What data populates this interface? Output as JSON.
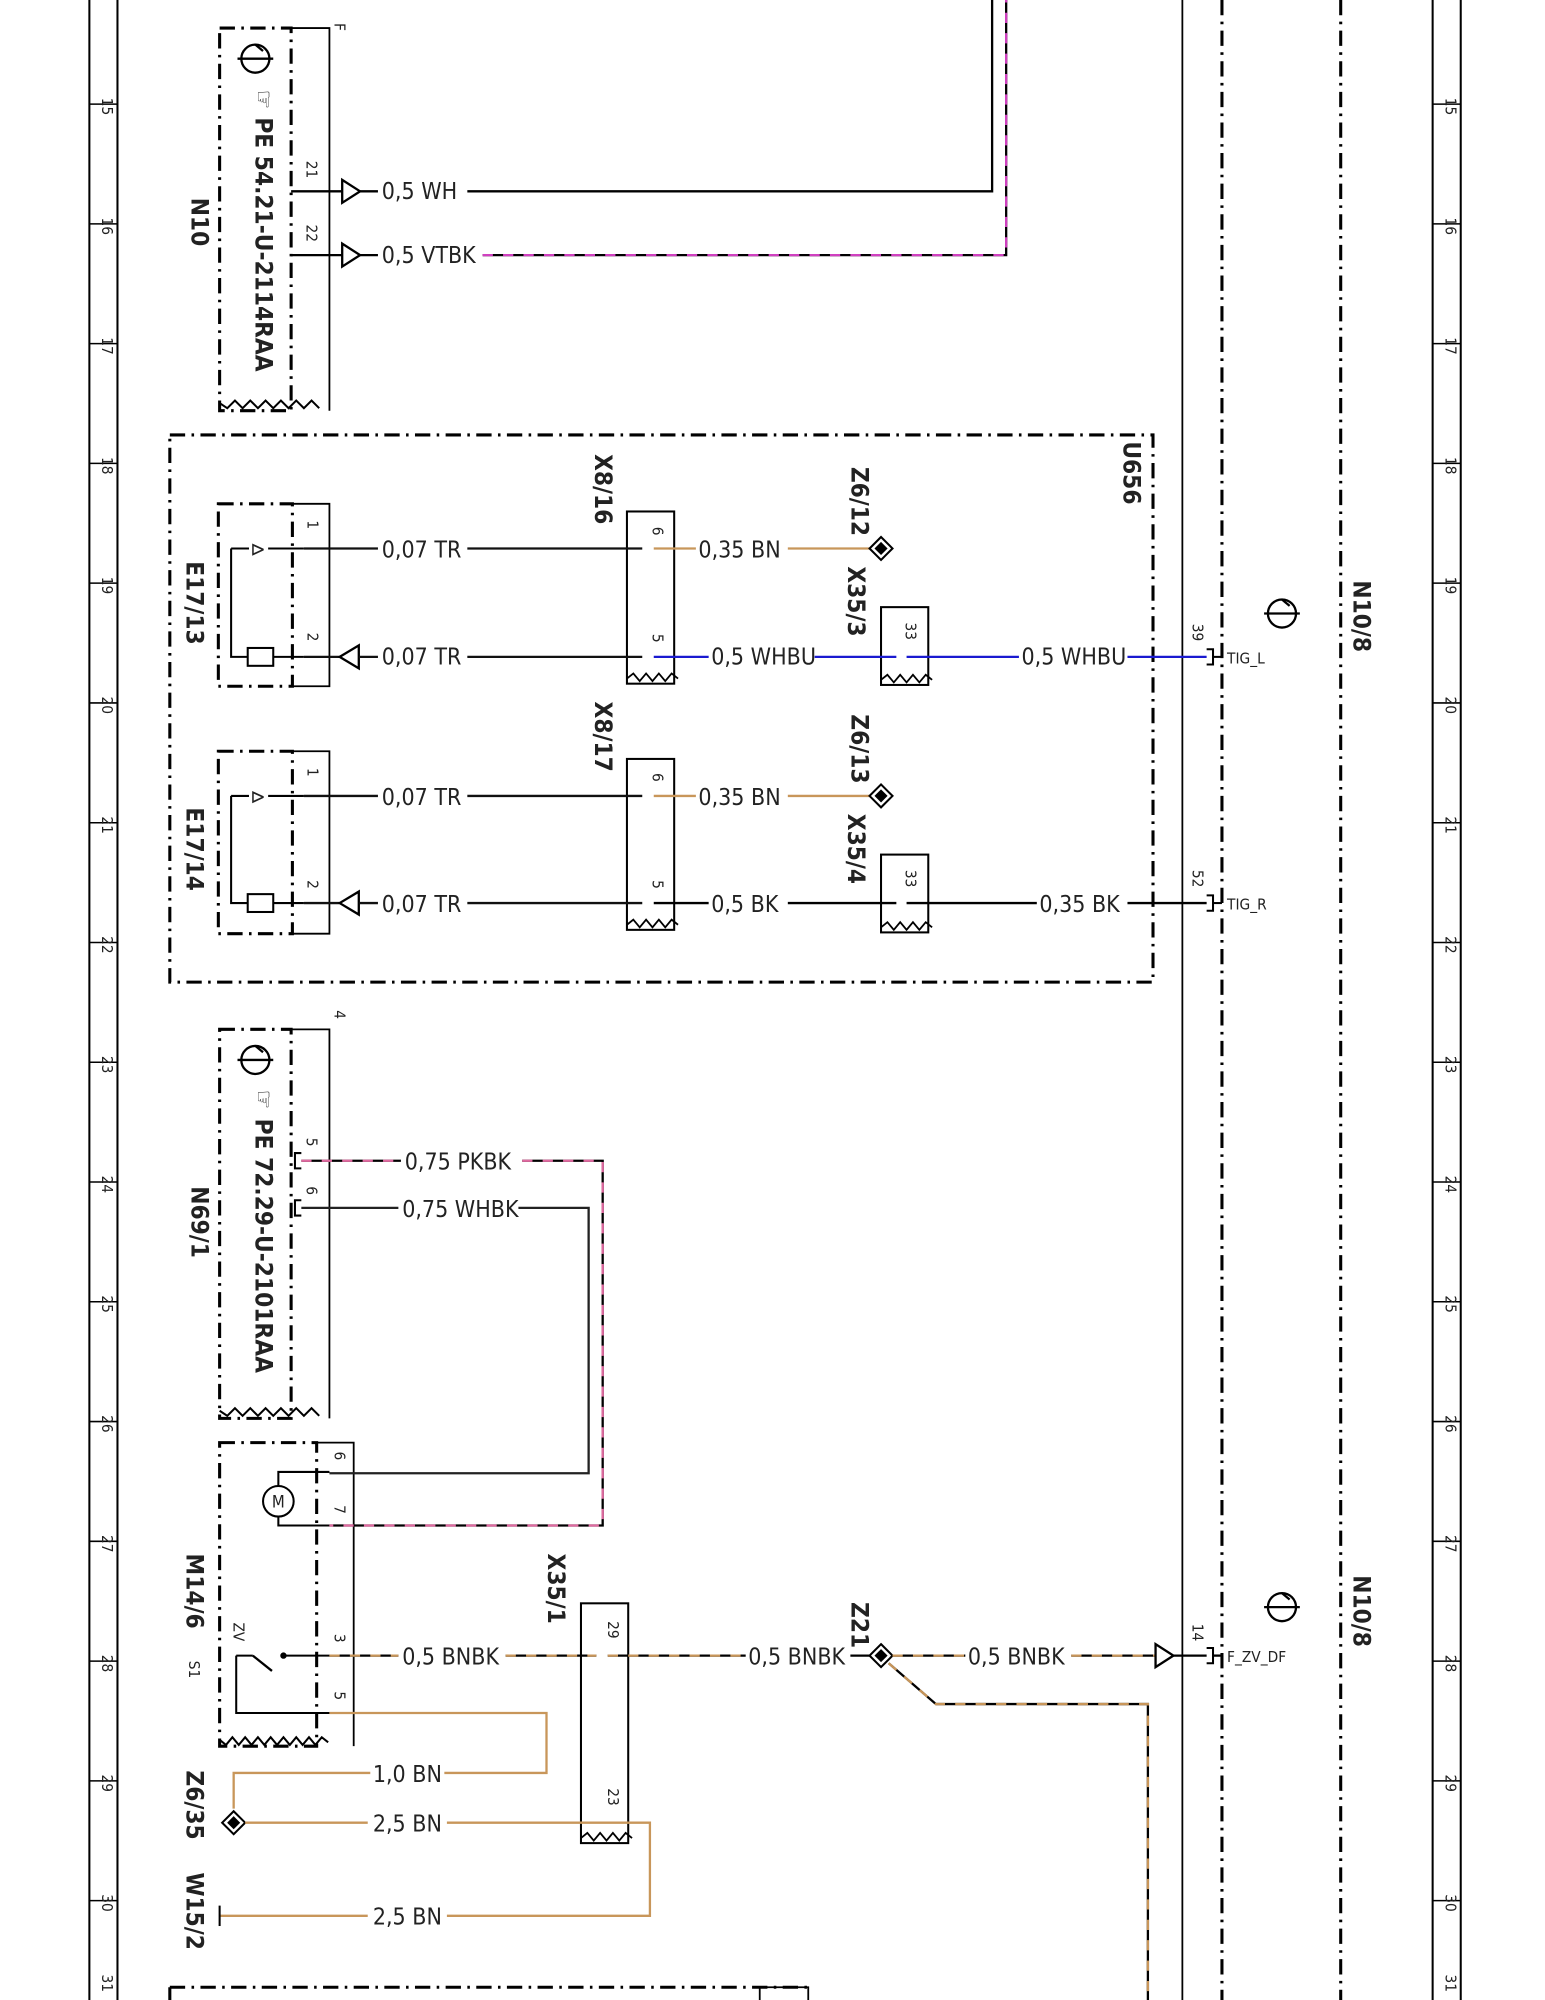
{
  "ruler": {
    "rows": [
      "15",
      "16",
      "17",
      "18",
      "19",
      "20",
      "21",
      "22",
      "23",
      "24",
      "25",
      "26",
      "27",
      "28",
      "29",
      "30",
      "31"
    ]
  },
  "colors": {
    "WH": "#000000",
    "VTBK": "#d040c0",
    "TR": "#111111",
    "BN": "#c8965a",
    "WHBU": "#1a1ad0",
    "BK": "#000000",
    "PKBK": "#e06aa0",
    "WHBK": "#222222",
    "BNBK": "#c8965a"
  },
  "components": {
    "N10": {
      "code": "N10",
      "ref": "PE 54.21-U-2114RAA",
      "extra": "F"
    },
    "N69_1": {
      "code": "N69/1",
      "ref": "PE 72.29-U-2101RAA",
      "extra": "4"
    },
    "U656": {
      "code": "U656"
    },
    "E17_13": {
      "code": "E17/13"
    },
    "E17_14": {
      "code": "E17/14"
    },
    "M14_6": {
      "code": "M14/6",
      "switch_name": "S1",
      "switch_label": "ZV",
      "motor": "M"
    },
    "N10_8_top": {
      "code": "N10/8"
    },
    "N10_8_bottom": {
      "code": "N10/8"
    }
  },
  "connectors": {
    "X8_16": "X8/16",
    "X8_17": "X8/17",
    "X35_3": "X35/3",
    "X35_4": "X35/4",
    "X35_1": "X35/1",
    "Z6_12": "Z6/12",
    "Z6_13": "Z6/13",
    "Z21": "Z21",
    "Z6_35": "Z6/35",
    "W15_2": "W15/2"
  },
  "pins": {
    "n10_21": "21",
    "n10_22": "22",
    "e1313_1": "1",
    "e1313_2": "2",
    "e1314_1": "1",
    "e1314_2": "2",
    "x816_6": "6",
    "x816_5": "5",
    "x817_6": "6",
    "x817_5": "5",
    "x353_33": "33",
    "x354_33": "33",
    "n108_39": "39",
    "n108_52": "52",
    "n108_14": "14",
    "n691_5": "5",
    "n691_6": "6",
    "m146_6": "6",
    "m146_7": "7",
    "m146_3": "3",
    "m146_5": "5",
    "x351_29": "29",
    "x351_23": "23"
  },
  "signals": {
    "tig_l": "TIG_L",
    "tig_r": "TIG_R",
    "f_zv_df": "F_ZV_DF"
  },
  "wires": {
    "w_n10_21": "0,5 WH",
    "w_n10_22": "0,5 VTBK",
    "w_e1313_1": "0,07 TR",
    "w_e1313_2": "0,07 TR",
    "w_z612": "0,35 BN",
    "w_x816_x353": "0,5 WHBU",
    "w_x353_n108": "0,5 WHBU",
    "w_e1314_1": "0,07 TR",
    "w_e1314_2": "0,07 TR",
    "w_z613": "0,35 BN",
    "w_x817_x354": "0,5 BK",
    "w_x354_n108": "0,35 BK",
    "w_n691_5": "0,75 PKBK",
    "w_n691_6": "0,75 WHBK",
    "w_m146_3": "0,5 BNBK",
    "w_x351_z21": "0,5 BNBK",
    "w_z21_n108": "0,5 BNBK",
    "w_m146_5": "1,0 BN",
    "w_z635": "2,5 BN",
    "w_w152": "2,5 BN"
  }
}
